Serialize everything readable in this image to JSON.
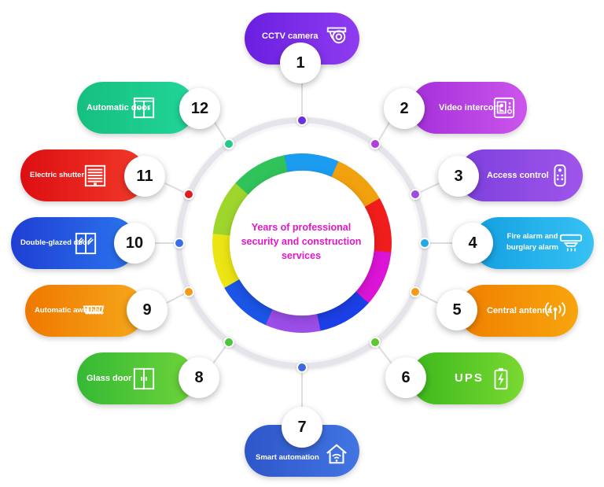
{
  "center": {
    "title": "Years of professional security and construction services"
  },
  "items": [
    {
      "number": "1",
      "label": "CCTV camera",
      "icon": "cctv-camera-icon",
      "color": "#6a1fe0",
      "color2": "#8f3cf0"
    },
    {
      "number": "2",
      "label": "Video intercom",
      "icon": "video-intercom-icon",
      "color": "#a42fd9",
      "color2": "#cc55ec"
    },
    {
      "number": "3",
      "label": "Access control",
      "icon": "remote-control-icon",
      "color": "#7d3fdc",
      "color2": "#9e55ea"
    },
    {
      "number": "4",
      "label": "Fire alarm and burglary alarm",
      "icon": "smoke-detector-icon",
      "color": "#139fe0",
      "color2": "#36c2f4"
    },
    {
      "number": "5",
      "label": "Central antenna",
      "icon": "antenna-signal-icon",
      "color": "#f07e00",
      "color2": "#f7a50d"
    },
    {
      "number": "6",
      "label": "UPS",
      "icon": "battery-charging-icon",
      "color": "#3bb81d",
      "color2": "#7ad931"
    },
    {
      "number": "7",
      "label": "Smart automation",
      "icon": "smart-home-icon",
      "color": "#2e56c9",
      "color2": "#4275e3"
    },
    {
      "number": "8",
      "label": "Glass door",
      "icon": "glass-door-icon",
      "color": "#35b935",
      "color2": "#6ed43a"
    },
    {
      "number": "9",
      "label": "Automatic awning",
      "icon": "awning-icon",
      "color": "#ef7800",
      "color2": "#f6a81b"
    },
    {
      "number": "10",
      "label": "Double-glazed door",
      "icon": "double-glazed-door-icon",
      "color": "#1f3fd3",
      "color2": "#2a75ee"
    },
    {
      "number": "11",
      "label": "Electric shutter",
      "icon": "electric-shutter-icon",
      "color": "#dd0e12",
      "color2": "#f23a2a"
    },
    {
      "number": "12",
      "label": "Automatic door",
      "icon": "automatic-door-icon",
      "color": "#16bf7f",
      "color2": "#22d699"
    }
  ],
  "ring_segment_colors": [
    "#1b9cf0",
    "#f2a10e",
    "#f11c1c",
    "#db14d6",
    "#1b3fe6",
    "#9b4de8",
    "#1b55e6",
    "#ece513",
    "#9fd62c",
    "#2fc35a"
  ],
  "dot_colors": [
    "#6a2fe0",
    "#b03fdc",
    "#9a4fe0",
    "#26a8e4",
    "#f39a1a",
    "#5ec62f",
    "#3c6ae0",
    "#4cc63a",
    "#f39a1a",
    "#3a6ee6",
    "#e01e20",
    "#27c98a"
  ]
}
